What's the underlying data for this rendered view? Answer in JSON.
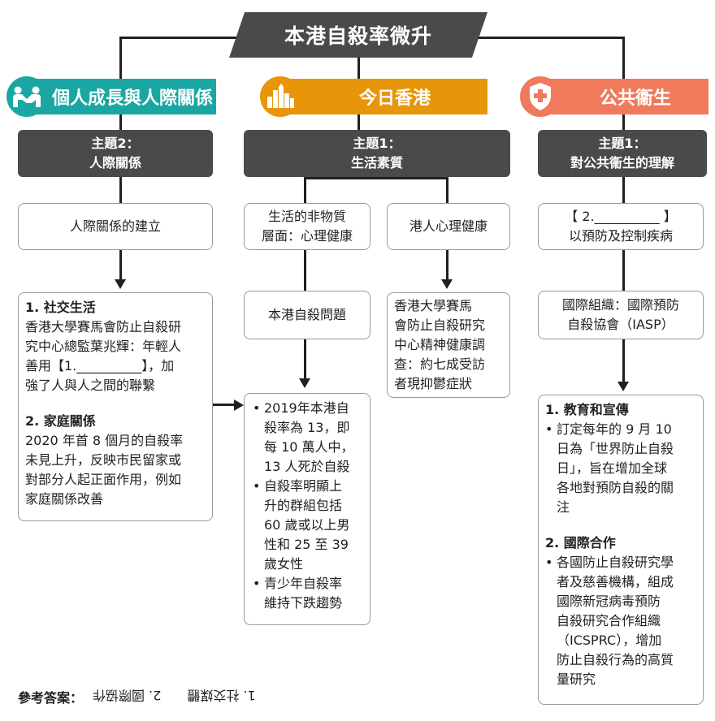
{
  "title": "本港自殺率微升",
  "categories": [
    {
      "label": "個人成長與人際關係",
      "color": "#1aa7a4",
      "icon": "people-icon"
    },
    {
      "label": "今日香港",
      "color": "#e7960a",
      "icon": "city-skyline-icon"
    },
    {
      "label": "公共衞生",
      "color": "#ef7a5c",
      "icon": "medical-shield-icon"
    }
  ],
  "topics": [
    {
      "line1": "主題2：",
      "line2": "人際關係"
    },
    {
      "line1": "主題1：",
      "line2": "生活素質"
    },
    {
      "line1": "主題1：",
      "line2": "對公共衞生的理解"
    }
  ],
  "col1": {
    "sub": "人際關係的建立",
    "section1_title": "1. 社交生活",
    "section1_body": [
      "香港大學賽馬會防止自殺研",
      "究中心總監葉兆輝：年輕人",
      "善用【1.__________】，加",
      "強了人與人之間的聯繫"
    ],
    "section2_title": "2. 家庭關係",
    "section2_body": [
      "2020 年首 8 個月的自殺率",
      "未見上升，反映市民留家或",
      "對部分人起正面作用，例如",
      "家庭關係改善"
    ]
  },
  "col2": {
    "sub_left": [
      "生活的非物質",
      "層面：心理健康"
    ],
    "sub_right": "港人心理健康",
    "problem": "本港自殺問題",
    "bullets": [
      [
        "2019年本港自",
        "殺率為 13，即",
        "每 10 萬人中，",
        "13 人死於自殺"
      ],
      [
        "自殺率明顯上",
        "升的群組包括",
        "60 歲或以上男",
        "性和 25 至 39",
        "歲女性"
      ],
      [
        "青少年自殺率",
        "維持下跌趨勢"
      ]
    ],
    "survey": [
      "香港大學賽馬",
      "會防止自殺研究",
      "中心精神健康調",
      "查：約七成受訪",
      "者現抑鬱症狀"
    ]
  },
  "col3": {
    "sub": [
      "【 2.__________ 】",
      "以預防及控制疾病"
    ],
    "org": [
      "國際組織：國際預防",
      "自殺協會（IASP）"
    ],
    "section1_title": "1. 教育和宣傳",
    "section1_bullet": [
      "訂定每年的 9 月 10",
      "日為「世界防止自殺",
      "日」，旨在增加全球",
      "各地對預防自殺的關",
      "注"
    ],
    "section2_title": "2. 國際合作",
    "section2_bullet": [
      "各國防止自殺研究學",
      "者及慈善機構，組成",
      "國際新冠病毒預防",
      "自殺研究合作組織",
      "（ICSPRC），增加",
      "防止自殺行為的高質",
      "量研究"
    ]
  },
  "answers": {
    "label": "參考答案：",
    "items": "1. 社交媒體　　2. 國際協作"
  }
}
